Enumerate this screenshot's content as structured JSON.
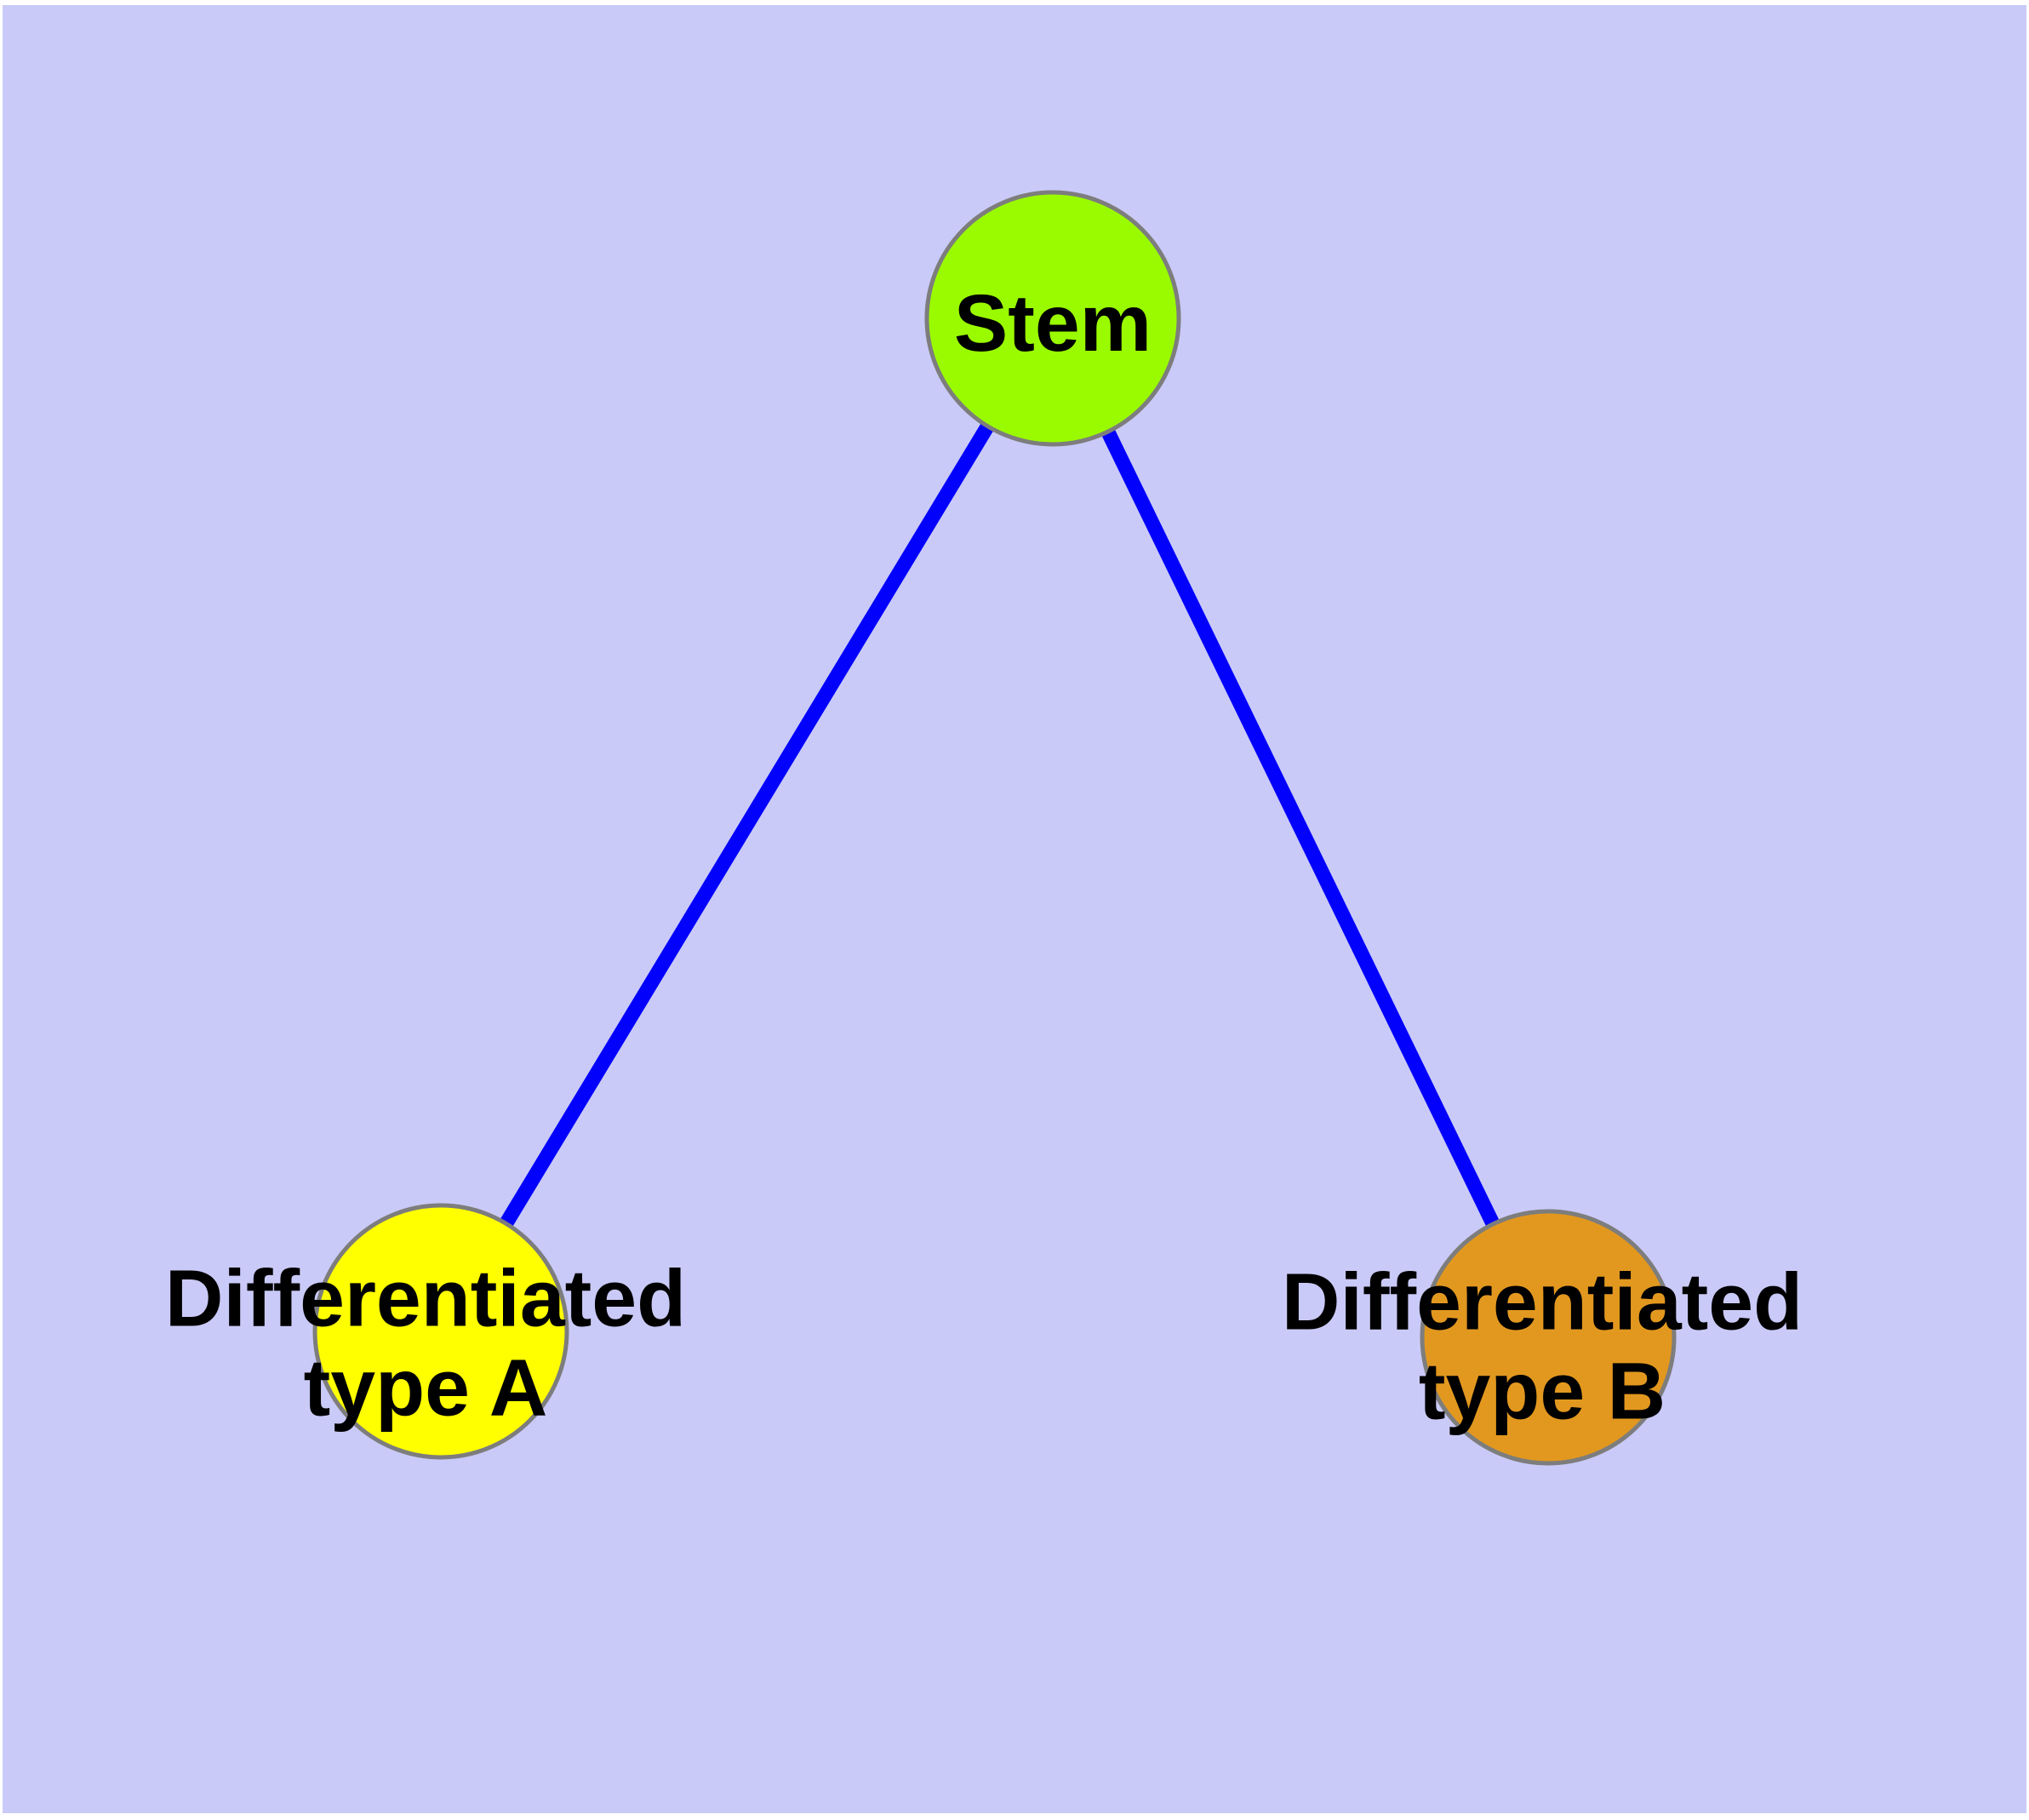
{
  "diagram": {
    "type": "node-link-graph",
    "background_color": "#CACAF8",
    "edge_color": "#0202FC",
    "node_border_color": "#7D7D7D",
    "label_color": "#000000",
    "nodes": [
      {
        "id": "stem",
        "label_lines": [
          "Stem"
        ],
        "fill": "#9AFB00"
      },
      {
        "id": "differentiated-type-a",
        "label_lines": [
          "Differentiated",
          "type A"
        ],
        "fill": "#FFFF00"
      },
      {
        "id": "differentiated-type-b",
        "label_lines": [
          "Differentiated",
          "type B"
        ],
        "fill": "#E2981F"
      }
    ],
    "edges": [
      {
        "from": "Stem",
        "to": "Differentiated type A"
      },
      {
        "from": "Stem",
        "to": "Differentiated type B"
      }
    ]
  }
}
